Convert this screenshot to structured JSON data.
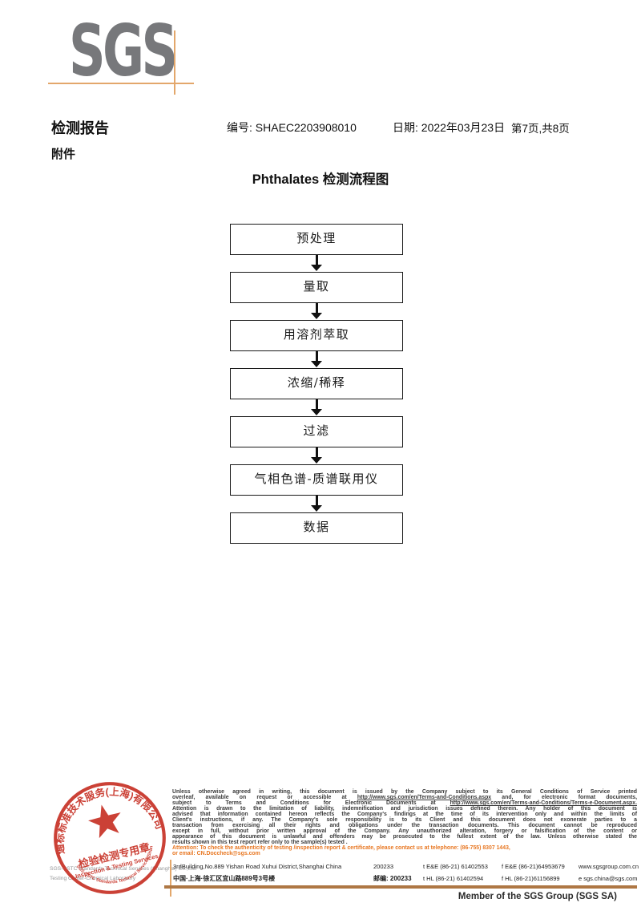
{
  "logo": {
    "text": "SGS"
  },
  "header": {
    "report_title": "检测报告",
    "no_label": "编号:",
    "no_value": "SHAEC2203908010",
    "date_label": "日期:",
    "date_value": "2022年03月23日",
    "page_info": "第7页,共8页",
    "attachment": "附件"
  },
  "flowchart": {
    "title": "Phthalates 检测流程图",
    "steps": [
      "预处理",
      "量取",
      "用溶剂萃取",
      "浓缩/稀释",
      "过滤",
      "气相色谱-质谱联用仪",
      "数据"
    ]
  },
  "stamp": {
    "arc_top": "通标标准技术服务(上海)有限公司",
    "center_line1": "检验检测专用章",
    "center_line2": "Inspection & Testing Services",
    "arc_bottom": "SGS-CSTC Standards Technical Services(Shanghai)Co.,Ltd.",
    "color": "#C9372C"
  },
  "footer": {
    "company_line1": "SGS-CSTC Standards Technical Services (Shanghai) Co.,Ltd.",
    "company_line2": "Testing Center-Chemical Laboratory",
    "disclaimer_lines": [
      "Unless otherwise agreed in writing, this document is issued by the Company subject to its General Conditions of Service printed",
      "overleaf, available on request or accessible at http://www.sgs.com/en/Terms-and-Conditions.aspx and, for electronic format documents,",
      "subject to Terms and Conditions for Electronic Documents at http://www.sgs.com/en/Terms-and-Conditions/Terms-e-Document.aspx.",
      "Attention is drawn to the limitation of liability, indemnification and jurisdiction issues defined therein. Any holder of this document is",
      "advised that information contained hereon reflects the Company's findings at the time of its intervention only and within the limits of",
      "Client's instructions, if any. The Company's sole responsibility is to its Client and this document does not exonerate parties to a",
      "transaction from exercising all their rights and obligations under the transaction documents. This document cannot be reproduced",
      "except in full, without prior written approval of the Company. Any unauthorized alteration, forgery or falsification of the content or",
      "appearance of this document is unlawful and offenders may be prosecuted to the fullest extent of the law. Unless otherwise stated the",
      "results shown in this test report refer only to the sample(s) tested ."
    ],
    "attention_line1": "Attention: To check the authenticity of testing /inspection report & certificate, please contact us at telephone: (86-755) 8307 1443,",
    "attention_line2": "or email: CN.Doccheck@sgs.com",
    "address": {
      "en": "3rdBuilding,No.889 Yishan Road Xuhui District,Shanghai China",
      "en_post": "200233",
      "tel1": "t E&E (86-21) 61402553",
      "fax1": "f E&E (86-21)64953679",
      "web": "www.sgsgroup.com.cn",
      "cn": "中国·上海·徐汇区宜山路889号3号楼",
      "cn_post": "邮编: 200233",
      "tel2": "t HL (86-21) 61402594",
      "fax2": "f HL (86-21)61156899",
      "email": "e  sgs.china@sgs.com"
    },
    "member": "Member of the SGS Group (SGS SA)"
  },
  "colors": {
    "accent_tan": "#E3A76B",
    "sgs_gray": "#77787B",
    "attention_orange": "#E87722",
    "stamp_red": "#C9372C",
    "footer_line_brown": "#AE7744"
  }
}
